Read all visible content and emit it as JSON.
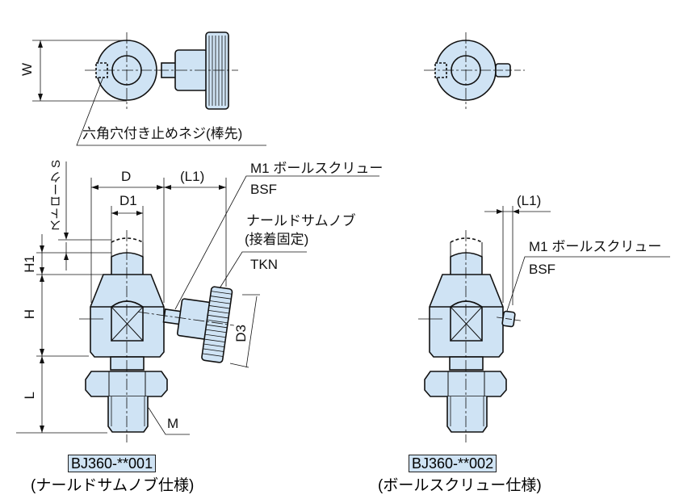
{
  "colors": {
    "part_fill": "#cfe3f4",
    "line": "#111111"
  },
  "labels": {
    "hex_socket_set_screw": "六角穴付き止めネジ(棒先)",
    "W": "W",
    "D": "D",
    "D1": "D1",
    "L1": "(L1)",
    "stroke": "ストローク S",
    "H1": "H1",
    "H": "H",
    "L": "L",
    "M": "M",
    "D3": "D3",
    "m1_ball_screw": "M1 ボールスクリュー",
    "bsf": "BSF",
    "knurled_knob": "ナールドサムノブ",
    "bonded": "(接着固定)",
    "tkn": "TKN",
    "right_L1": "(L1)",
    "right_m1_ball_screw": "M1 ボールスクリュー",
    "right_bsf": "BSF"
  },
  "models": [
    {
      "code": "BJ360-**001",
      "caption": "(ナールドサムノブ仕様)"
    },
    {
      "code": "BJ360-**002",
      "caption": "(ボールスクリュー仕様)"
    }
  ]
}
